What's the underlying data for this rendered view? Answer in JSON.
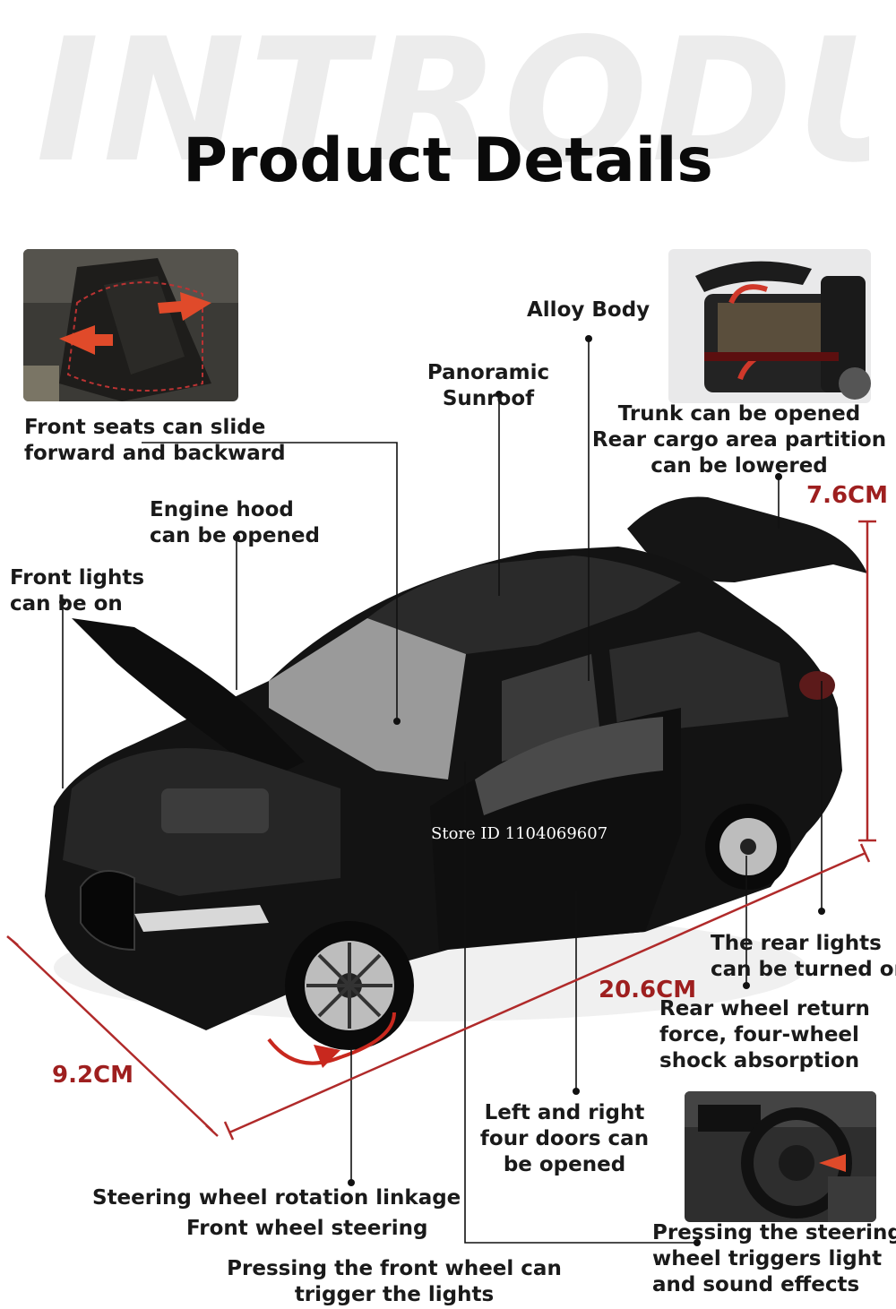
{
  "background_word": "INTRODUCE",
  "title": "Product Details",
  "labels": {
    "front_seats": "Front seats can slide\nforward and backward",
    "engine_hood": "Engine hood\ncan be opened",
    "front_lights": "Front lights\ncan be on",
    "alloy_body": "Alloy Body",
    "sunroof": "Panoramic\nSunroof",
    "trunk": "Trunk can be opened\nRear cargo area partition\ncan be lowered",
    "rear_lights": "The rear lights\ncan be turned on",
    "rear_wheel": "Rear wheel return\nforce, four-wheel\nshock absorption",
    "doors": "Left and right\nfour doors can\nbe opened",
    "steering_linkage": "Steering wheel rotation linkage",
    "front_wheel_steering": "Front wheel steering",
    "press_front_wheel": "Pressing the front wheel can\ntrigger the lights",
    "press_steering": "Pressing the steering\nwheel triggers light\nand sound effects"
  },
  "dimensions": {
    "height": "7.6CM",
    "length": "20.6CM",
    "width": "9.2CM"
  },
  "watermark": "Store ID 1104069607",
  "colors": {
    "dimension_red": "#9e1f1f",
    "car_body": "#111111"
  }
}
